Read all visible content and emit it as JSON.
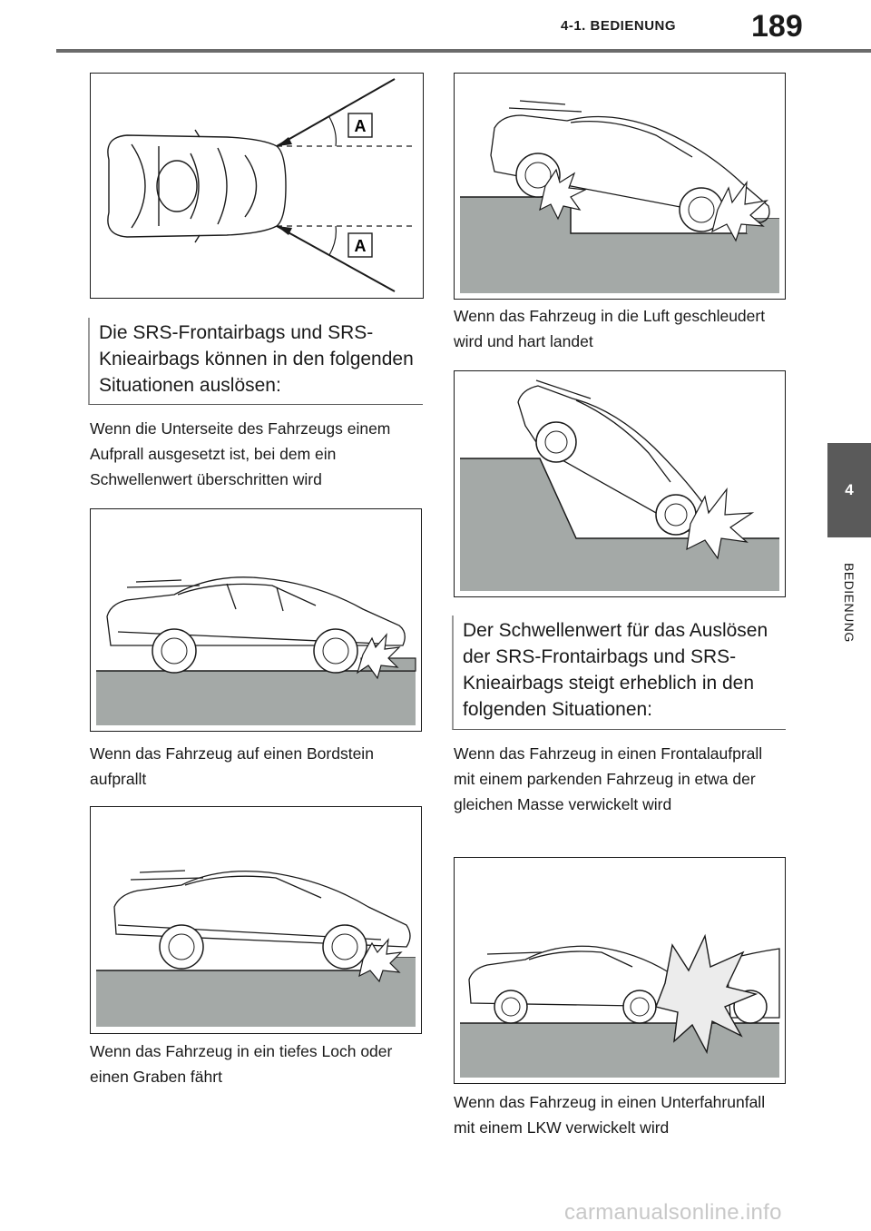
{
  "header": {
    "section": "4-1. BEDIENUNG",
    "page_number": "189"
  },
  "side_tab": {
    "number": "4",
    "label": "BEDIENUNG"
  },
  "figures": {
    "top_view": {
      "marker_label": "A"
    }
  },
  "left_column": {
    "box_title": "Die SRS-Frontairbags und SRS-Knieairbags können in den folgenden Situationen auslösen:",
    "caption_1": "Wenn die Unterseite des Fahrzeugs einem Aufprall ausgesetzt ist, bei dem ein Schwellenwert überschritten wird",
    "caption_2": "Wenn das Fahrzeug auf einen Bord­stein aufprallt",
    "caption_3": "Wenn das Fahrzeug in ein tiefes Loch oder einen Graben fährt"
  },
  "right_column": {
    "caption_1": "Wenn das Fahrzeug in die Luft geschleudert wird und hart landet",
    "box_title": "Der Schwellenwert für das Auslö­sen der SRS-Frontairbags und SRS-Knieairbags steigt erheblich in den folgenden Situationen:",
    "caption_2": "Wenn das Fahrzeug in einen Frontal­aufprall mit einem parkenden Fahr­zeug in etwa der gleichen Masse verwickelt wird",
    "caption_3": "Wenn das Fahrzeug in einen Unterfah­runfall mit einem LKW verwickelt wird"
  },
  "watermark": "carmanualsonline.info"
}
